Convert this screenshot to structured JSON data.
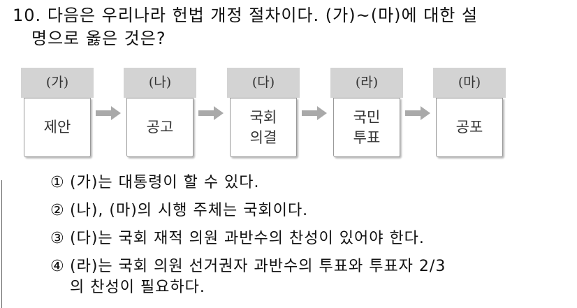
{
  "question": {
    "number": "10.",
    "line1": "다음은 우리나라 헌법 개정 절차이다. (가)~(마)에 대한 설",
    "line2": "명으로 옳은 것은?"
  },
  "flow": {
    "steps": [
      {
        "label": "(가)",
        "content": "제안"
      },
      {
        "label": "(나)",
        "content": "공고"
      },
      {
        "label": "(다)",
        "content": "국회\n의결"
      },
      {
        "label": "(라)",
        "content": "국민\n투표"
      },
      {
        "label": "(마)",
        "content": "공포"
      }
    ],
    "arrow_color": "#a9a9a9",
    "header_color": "#d3d3d3"
  },
  "choices": [
    {
      "mark": "①",
      "text": "(가)는 대통령이 할 수 있다."
    },
    {
      "mark": "②",
      "text": "(나), (마)의 시행 주체는 국회이다."
    },
    {
      "mark": "③",
      "text": "(다)는 국회 재적 의원 과반수의 찬성이 있어야 한다."
    },
    {
      "mark": "④",
      "text": "(라)는 국회 의원 선거권자 과반수의 투표와 투표자 2/3",
      "text_cont": "의 찬성이 필요하다."
    }
  ]
}
